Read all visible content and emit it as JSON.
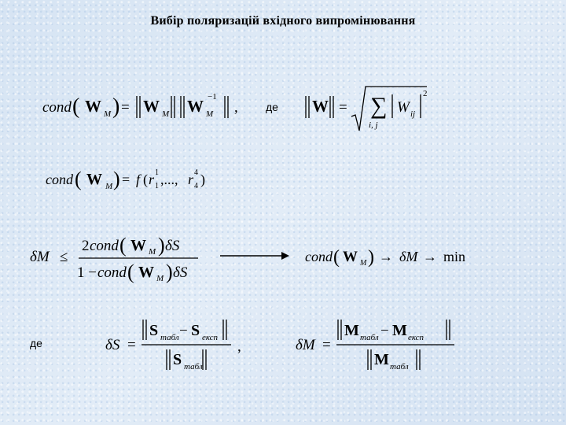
{
  "slide": {
    "title": "Вибір поляризацій вхідного випромінювання",
    "connector_word": "де",
    "formulas": {
      "cond_def": {
        "lhs": "cond",
        "matrix": "W",
        "subscript": "M",
        "exponent": "−1",
        "trailing": ","
      },
      "norm_def": {
        "norm_of": "W",
        "sum_indices": "i, j",
        "element": "W",
        "element_sub": "ij",
        "power": "2"
      },
      "cond_function": {
        "func": "f",
        "first_arg": "r",
        "first_sup": "1",
        "first_sub": "1",
        "ellipsis": ",...,",
        "last_arg": "r",
        "last_sup": "4",
        "last_sub": "4"
      },
      "deltaM_bound": {
        "lhs": "δM",
        "relation": "≤",
        "numerator_coeff": "2",
        "denominator_lead": "1 −",
        "deltaS": "δS"
      },
      "minimization": {
        "arrow_to": "→",
        "target": "δM",
        "min": "min"
      },
      "deltaS_def": {
        "lhs": "δS",
        "matrix": "S",
        "sub_table": "табл",
        "sub_exp": "експ",
        "trailing": ","
      },
      "deltaM_def": {
        "lhs": "δM",
        "matrix": "M",
        "sub_table": "табл",
        "sub_exp": "експ"
      }
    }
  }
}
